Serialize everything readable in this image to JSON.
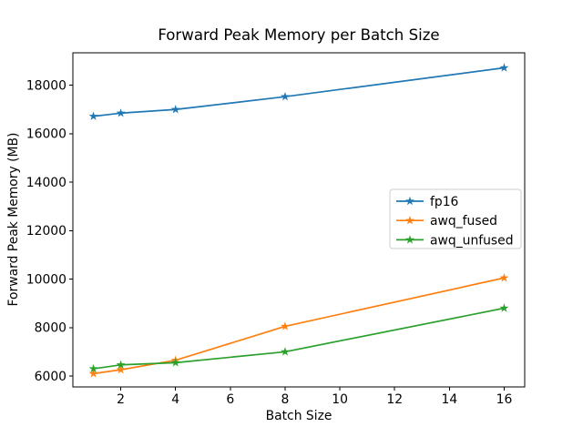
{
  "chart_data": {
    "type": "line",
    "title": "Forward Peak Memory per Batch Size",
    "xlabel": "Batch Size",
    "ylabel": "Forward Peak Memory (MB)",
    "x": [
      1,
      2,
      4,
      8,
      16
    ],
    "series": [
      {
        "name": "fp16",
        "color": "#1f77b4",
        "values": [
          16720,
          16850,
          17000,
          17530,
          18720
        ]
      },
      {
        "name": "awq_fused",
        "color": "#ff7f0e",
        "values": [
          6100,
          6260,
          6650,
          8050,
          10050
        ]
      },
      {
        "name": "awq_unfused",
        "color": "#2ca02c",
        "values": [
          6300,
          6460,
          6550,
          7000,
          8800
        ]
      }
    ],
    "xticks": [
      2,
      4,
      6,
      8,
      10,
      12,
      14,
      16
    ],
    "yticks": [
      6000,
      8000,
      10000,
      12000,
      14000,
      16000,
      18000
    ],
    "xlim": [
      0.25,
      16.75
    ],
    "ylim": [
      5550,
      19340
    ],
    "marker": "star",
    "grid": false,
    "legend_position": "center right",
    "background": "#ffffff",
    "spine_color": "#000000",
    "legend_border_color": "#cccccc"
  }
}
